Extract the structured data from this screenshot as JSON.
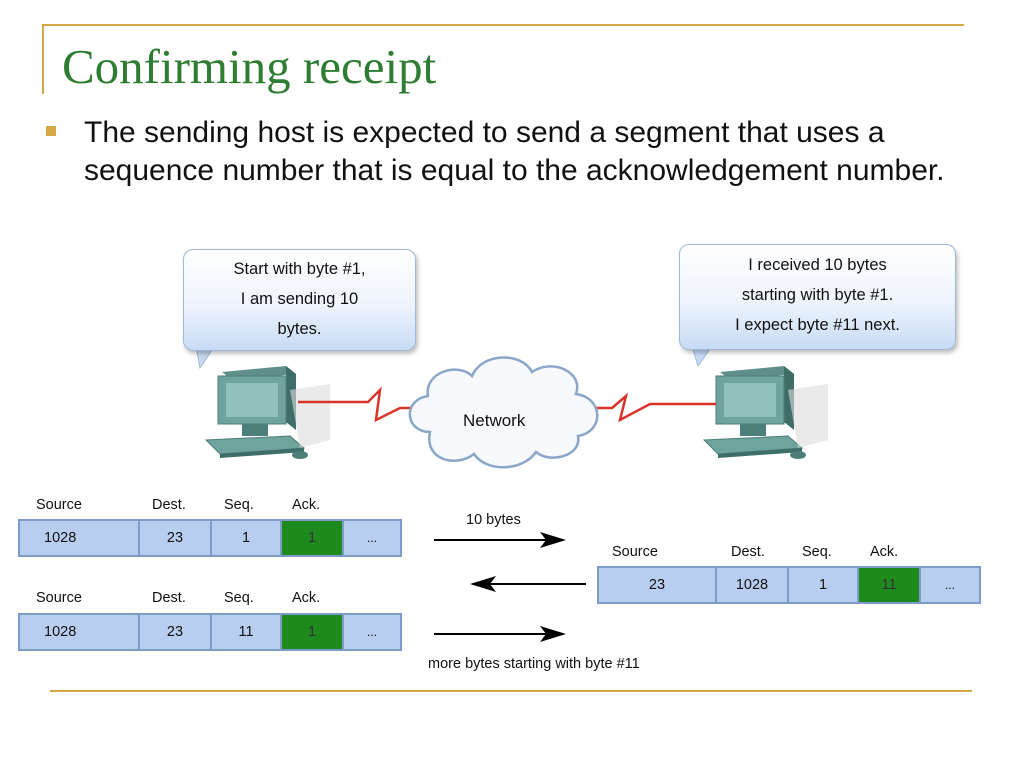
{
  "slide": {
    "title": "Confirming receipt",
    "bullet": "The sending host is expected to send a segment that uses a sequence number that is equal to the acknowledgement number.",
    "accent_color": "#d4a843",
    "title_color": "#2e7d32"
  },
  "diagram": {
    "sender_bubble": [
      "Start with byte #1,",
      "I am sending 10",
      "bytes."
    ],
    "receiver_bubble": [
      "I received 10 bytes",
      "starting with byte #1.",
      "I expect byte #11 next."
    ],
    "network_label": "Network",
    "headers": [
      "Source",
      "Dest.",
      "Seq.",
      "Ack."
    ],
    "segment1": {
      "source": "1028",
      "dest": "23",
      "seq": "1",
      "ack": "1",
      "more": "..."
    },
    "segment2": {
      "source": "23",
      "dest": "1028",
      "seq": "1",
      "ack": "11",
      "more": "..."
    },
    "segment3": {
      "source": "1028",
      "dest": "23",
      "seq": "11",
      "ack": "1",
      "more": "..."
    },
    "arrow1_label": "10 bytes",
    "arrow3_label": "more bytes starting with byte #11",
    "ack_color": "#1e8a1e",
    "cell_color": "#b8cef0"
  }
}
